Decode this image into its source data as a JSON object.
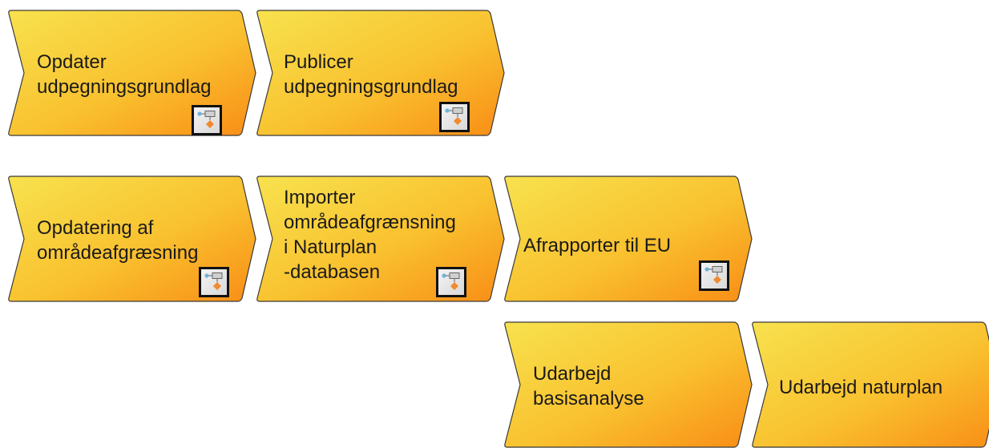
{
  "diagram": {
    "functions": [
      {
        "id": "opdater-udpegningsgrundlag",
        "label": "Opdater\nudpegningsgrundlag",
        "has_subprocess": true,
        "subprocess_icon": "subprocess-icon"
      },
      {
        "id": "publicer-udpegningsgrundlag",
        "label": "Publicer\nudpegningsgrundlag",
        "has_subprocess": true,
        "subprocess_icon": "subprocess-icon"
      },
      {
        "id": "opdatering-af-omraadeafgraesning",
        "label": "Opdatering af\nområdeafgræsning",
        "has_subprocess": true,
        "subprocess_icon": "subprocess-icon"
      },
      {
        "id": "importer-omraadeafgraensning",
        "label": "Importer\nområdeafgrænsning\ni Naturplan\n-databasen",
        "has_subprocess": true,
        "subprocess_icon": "subprocess-icon"
      },
      {
        "id": "afrapporter-til-eu",
        "label": "Afrapporter til EU",
        "has_subprocess": true,
        "subprocess_icon": "subprocess-icon"
      },
      {
        "id": "udarbejd-basisanalyse",
        "label": "Udarbejd\nbasisanalyse",
        "has_subprocess": false
      },
      {
        "id": "udarbejd-naturplan",
        "label": "Udarbejd naturplan",
        "has_subprocess": false
      }
    ],
    "colors": {
      "fill_light": "#f8e24e",
      "fill_mid": "#f9c12f",
      "fill_dark": "#f98d16",
      "stroke": "#3a3a3a",
      "text": "#1a1a1a",
      "icon_frame": "#111111",
      "icon_node": "#6fb3d9",
      "icon_diamond": "#f08a2e"
    }
  }
}
